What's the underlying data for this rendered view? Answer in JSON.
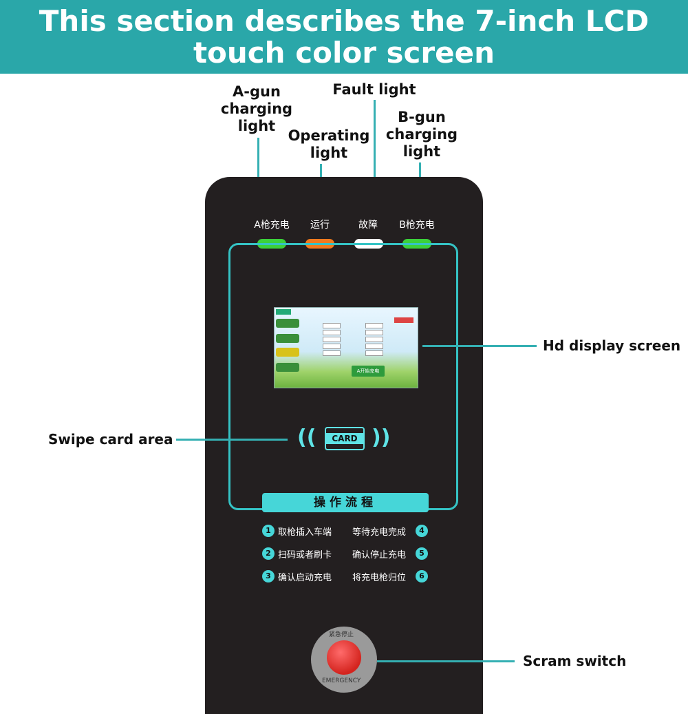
{
  "banner": {
    "title": "This section describes the 7-inch LCD touch color screen"
  },
  "callouts": {
    "a_gun": "A-gun charging light",
    "fault": "Fault light",
    "operating": "Operating light",
    "b_gun": "B-gun charging light",
    "hd_screen": "Hd display screen",
    "swipe": "Swipe card area",
    "scram": "Scram switch"
  },
  "device": {
    "led_labels": [
      "A枪充电",
      "运行",
      "故障",
      "B枪充电"
    ],
    "led_colors": [
      "#3bd13b",
      "#f07a1e",
      "#ffffff",
      "#3bd13b"
    ],
    "card_label": "CARD",
    "flow_title": "操作流程",
    "steps": [
      {
        "num": "1",
        "text": "取枪插入车端"
      },
      {
        "num": "2",
        "text": "扫码或者刷卡"
      },
      {
        "num": "3",
        "text": "确认启动充电"
      },
      {
        "num": "4",
        "text": "等待充电完成"
      },
      {
        "num": "5",
        "text": "确认停止充电"
      },
      {
        "num": "6",
        "text": "将充电枪归位"
      }
    ],
    "screen": {
      "start_button": "A开始充电"
    },
    "estop_top": "紧急停止",
    "estop_bottom": "EMERGENCY"
  },
  "colors": {
    "accent": "#2aa7a9",
    "line": "#35b0b3",
    "device": "#231f20"
  }
}
